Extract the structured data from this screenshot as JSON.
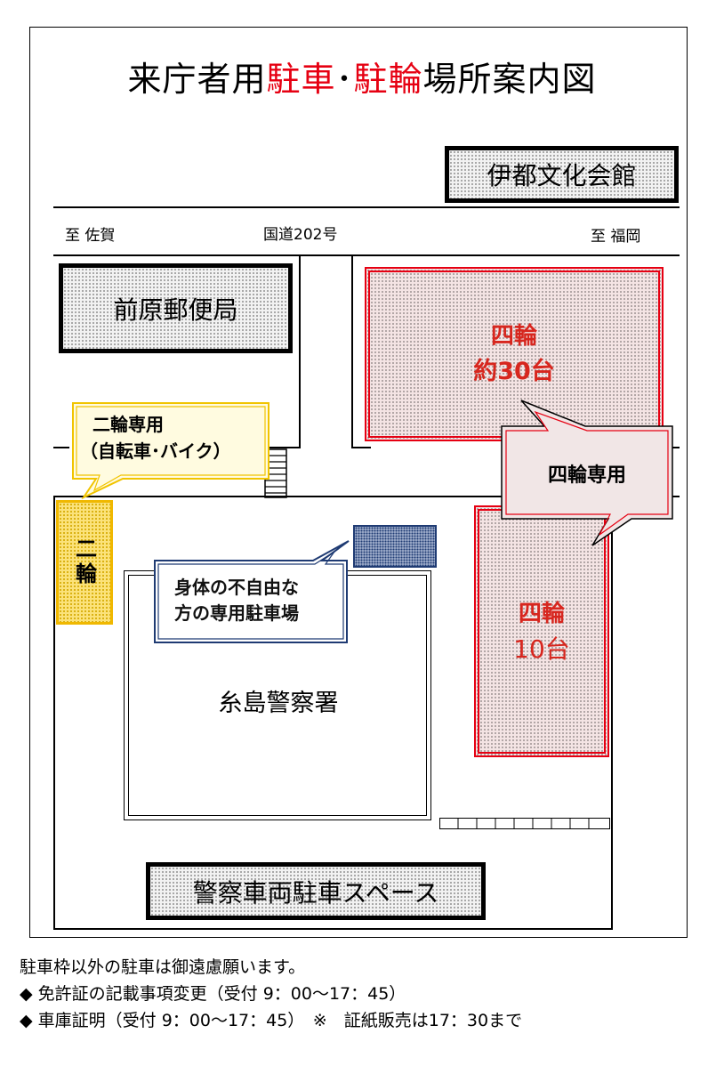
{
  "title": {
    "part1": "来庁者用",
    "part2": "駐車",
    "sep": "･",
    "part3": "駐輪",
    "part4": "場所案内図"
  },
  "labels": {
    "culture_hall": "伊都文化会館",
    "road_left": "至 佐賀",
    "road_center": "国道202号",
    "road_right": "至 福岡",
    "post_office": "前原郵便局",
    "lot_north_line1": "四輪",
    "lot_north_line2": "約30台",
    "callout_four_wheel": "四輪専用",
    "callout_two_wheel_line1": "二輪専用",
    "callout_two_wheel_line2": "（自転車･バイク）",
    "two_wheel_area": "二輪",
    "disabled_line1": "身体の不自由な",
    "disabled_line2": "方の専用駐車場",
    "police_station": "糸島警察署",
    "lot_south_line1": "四輪",
    "lot_south_line2": "10台",
    "police_vehicle_space": "警察車両駐車スペース"
  },
  "notes": [
    "駐車枠以外の駐車は御遠慮願います。",
    "◆ 免許証の記載事項変更（受付 9：00～17：45）",
    "◆ 車庫証明（受付 9：00～17：45）　※　証紙販売は17：30まで"
  ],
  "colors": {
    "accent_red": "#e60012",
    "yellow": "#fbe27a",
    "navy": "#1f3b73"
  }
}
